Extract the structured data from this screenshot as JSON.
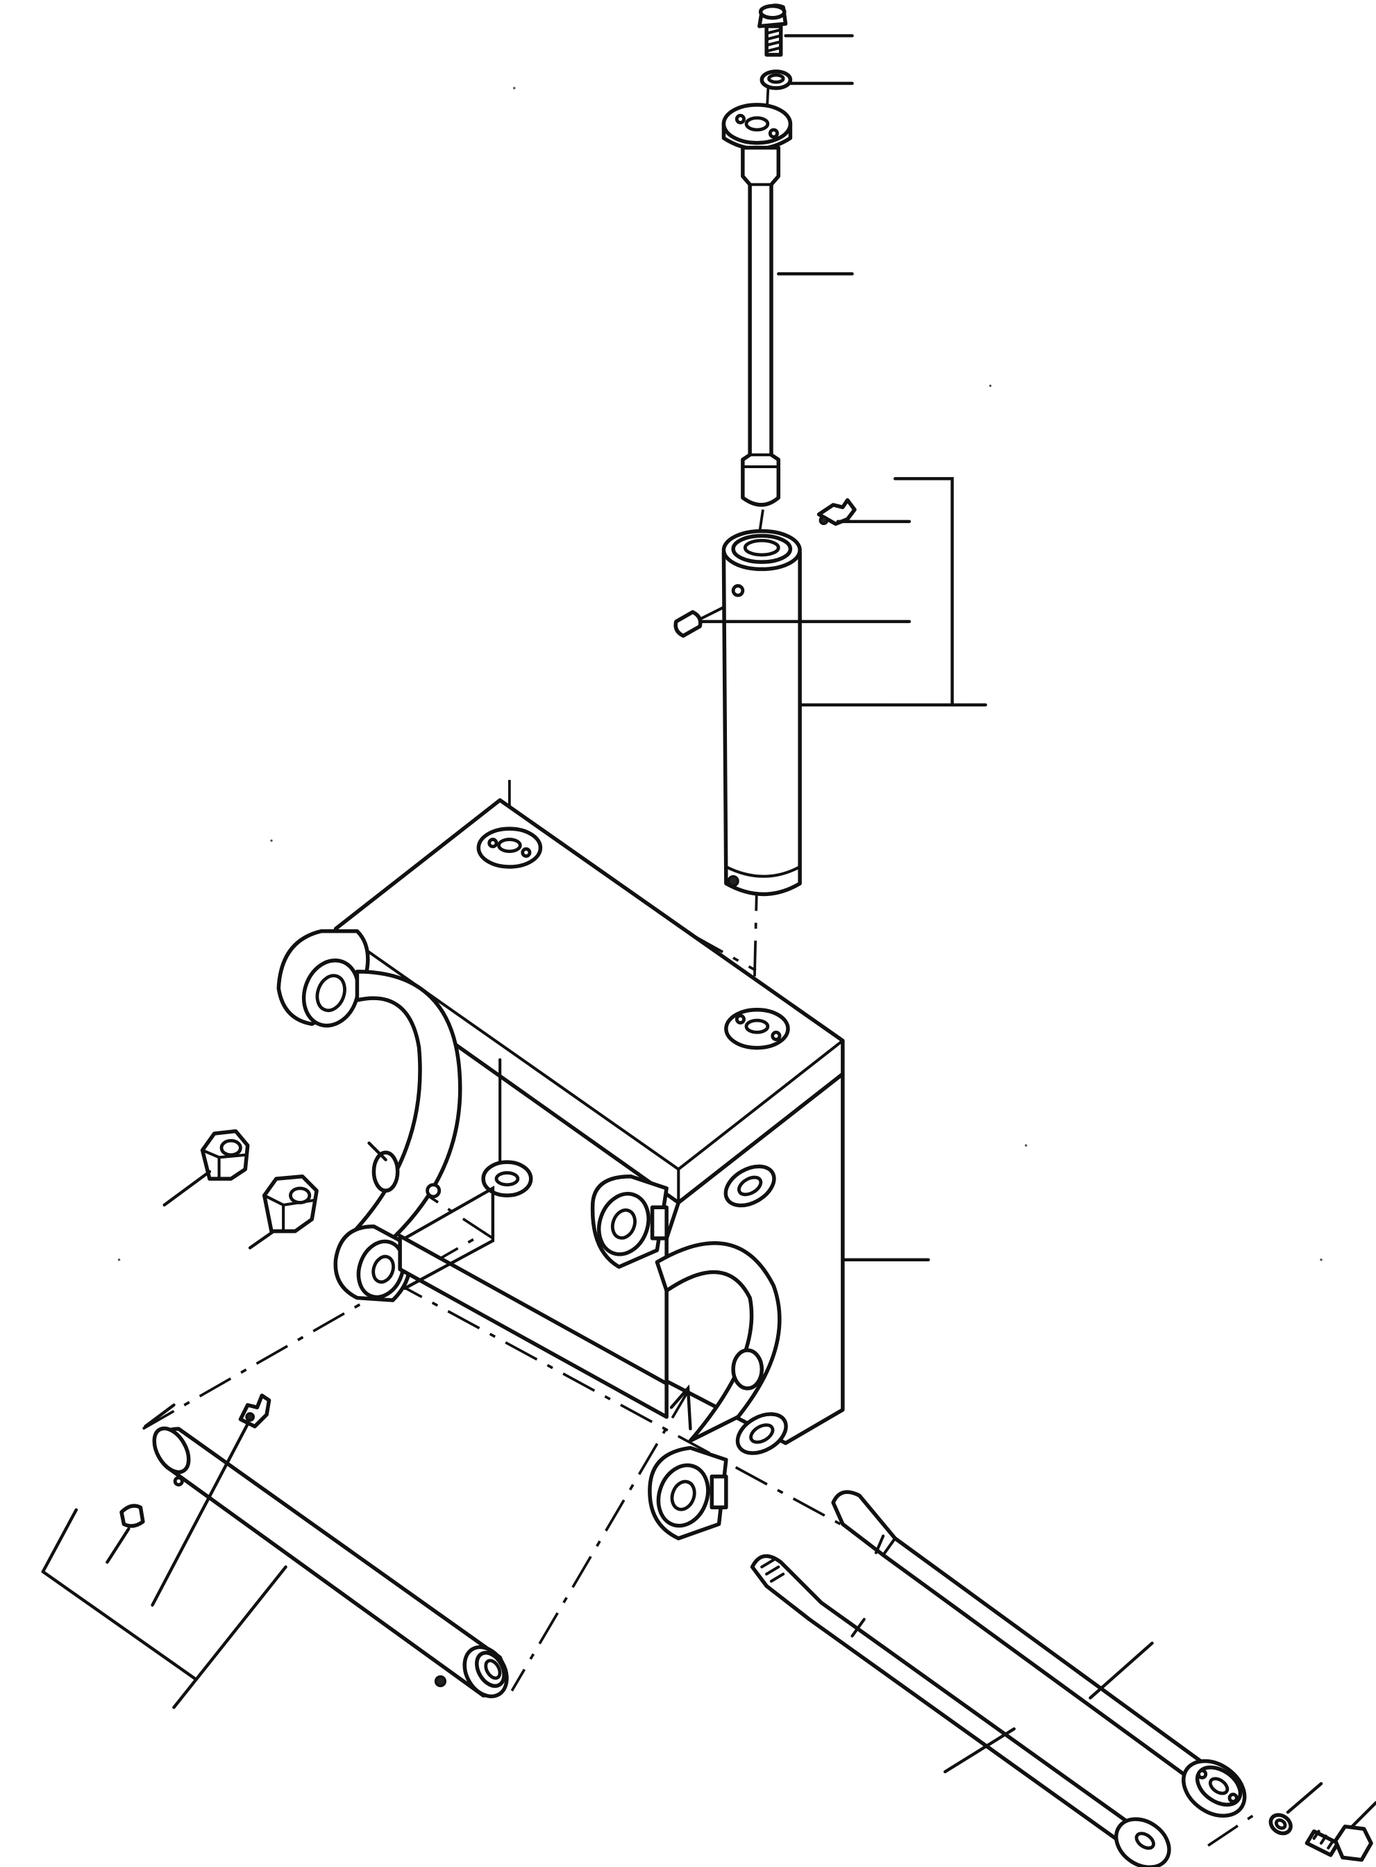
{
  "drawing": {
    "kind": "exploded parts diagram",
    "line_color": "#111111",
    "background_color": "#ffffff"
  },
  "parts": [
    {
      "id": "top-bolt",
      "icon": "hex-bolt-icon"
    },
    {
      "id": "top-lock-washer",
      "icon": "lock-washer-icon"
    },
    {
      "id": "vertical-pin",
      "icon": "flanged-pin-icon"
    },
    {
      "id": "grease-fitting-upper",
      "icon": "grease-fitting-icon"
    },
    {
      "id": "dowel-upper",
      "icon": "dowel-pin-icon"
    },
    {
      "id": "bushing-upper",
      "icon": "bushing-sleeve-icon"
    },
    {
      "id": "bracket",
      "icon": "bracket-frame-icon"
    },
    {
      "id": "nut-1",
      "icon": "hex-nut-icon"
    },
    {
      "id": "nut-2",
      "icon": "hex-nut-icon"
    },
    {
      "id": "bushing-lower",
      "icon": "bushing-sleeve-icon"
    },
    {
      "id": "grease-fitting-lower",
      "icon": "grease-fitting-icon"
    },
    {
      "id": "dowel-lower",
      "icon": "dowel-pin-icon"
    },
    {
      "id": "long-pin-front",
      "icon": "flanged-pin-icon"
    },
    {
      "id": "long-pin-rear",
      "icon": "flanged-pin-icon"
    },
    {
      "id": "bottom-lock-washer",
      "icon": "lock-washer-icon"
    },
    {
      "id": "bottom-bolt",
      "icon": "hex-bolt-icon"
    }
  ]
}
